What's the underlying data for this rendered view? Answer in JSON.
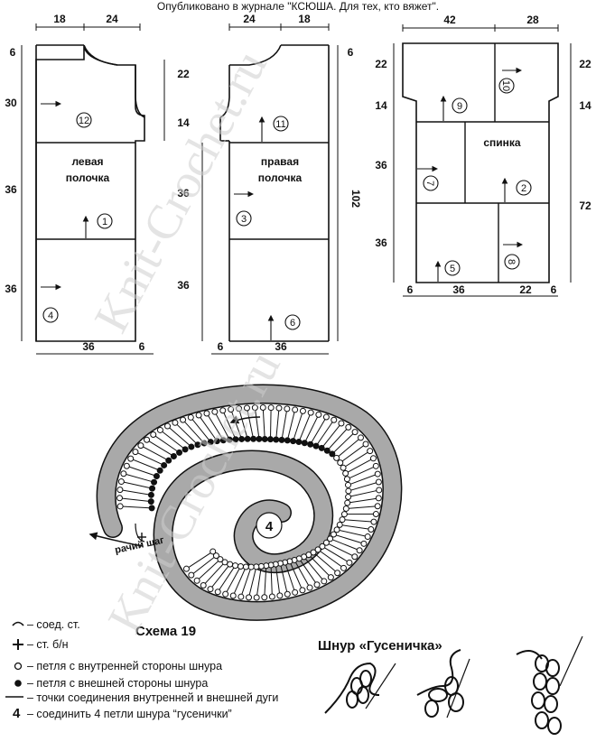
{
  "header": {
    "text": "Опубликовано в журнале \"КСЮША. Для тех, кто вяжет\"."
  },
  "left_front": {
    "name_line1": "левая",
    "name_line2": "полочка",
    "top_dims": [
      "18",
      "24"
    ],
    "left_dims": [
      "6",
      "30",
      "36",
      "36"
    ],
    "right_dims": [
      "22",
      "14"
    ],
    "bottom_dims": [
      "36",
      "6"
    ],
    "parts": [
      "12",
      "1",
      "4"
    ]
  },
  "right_front": {
    "name_line1": "правая",
    "name_line2": "полочка",
    "top_dims": [
      "24",
      "18"
    ],
    "right_dims": [
      "6",
      "102"
    ],
    "left_dims": [
      "36",
      "36"
    ],
    "bottom_dims": [
      "6",
      "36"
    ],
    "parts": [
      "11",
      "3",
      "6"
    ]
  },
  "back": {
    "name": "спинка",
    "top_dims": [
      "42",
      "28"
    ],
    "left_dims": [
      "22",
      "14",
      "36",
      "36"
    ],
    "right_dims": [
      "22",
      "14",
      "72"
    ],
    "bottom_dims": [
      "6",
      "36",
      "22",
      "6"
    ],
    "parts": [
      "10",
      "9",
      "7",
      "2",
      "5",
      "8"
    ]
  },
  "schema": {
    "title": "Схема 19",
    "center_label": "4",
    "step_label": "рачий шаг"
  },
  "cord": {
    "title": "Шнур «Гусеничка»"
  },
  "legend": [
    {
      "symbol": "arc",
      "text": "– соед. ст."
    },
    {
      "symbol": "plus",
      "text": "– ст. б/н"
    },
    {
      "symbol": "open-circle",
      "text": "– петля с внутренней стороны шнура"
    },
    {
      "symbol": "filled-circle",
      "text": "– петля с внешней стороны шнура"
    },
    {
      "symbol": "line",
      "text": "– точки соединения внутренней и внешней дуги"
    },
    {
      "symbol": "number",
      "value": "4",
      "text": "– соединить 4 петли шнура “гусенички”"
    }
  ],
  "watermark": "Knit-Crochet.ru"
}
